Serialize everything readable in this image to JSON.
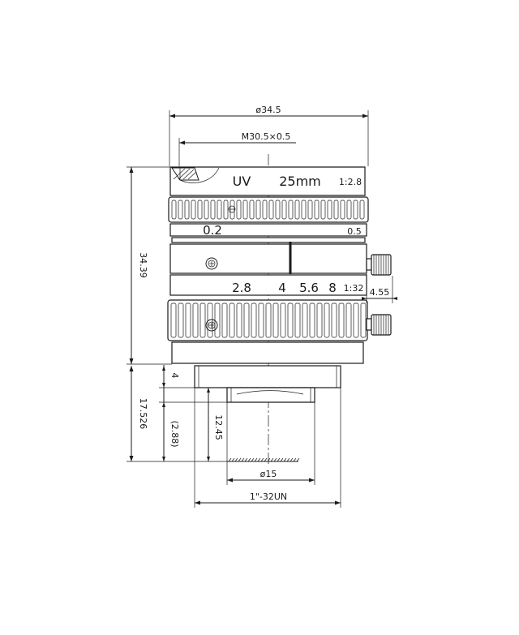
{
  "dimensions": {
    "outer_diameter": "ø34.5",
    "mount_thread": "M30.5×0.5",
    "total_length": "34.39",
    "flange_length": "17.526",
    "mount_step": "4",
    "ref_length": "(2.88)",
    "inner_depth": "12.45",
    "screw_offset": "4.55",
    "rear_diameter": "ø15",
    "c_mount_thread": "1\"-32UN"
  },
  "lens_markings": {
    "coating": "UV",
    "focal_length": "25mm",
    "aperture": "1:2.8",
    "focus_near": "0.2",
    "focus_far": "0.5",
    "f_stops": [
      "2.8",
      "4",
      "5.6",
      "8",
      "1:32"
    ]
  },
  "icons": {
    "screw": "phillips-screw-icon",
    "lock_knob": "knurled-knob-icon"
  }
}
